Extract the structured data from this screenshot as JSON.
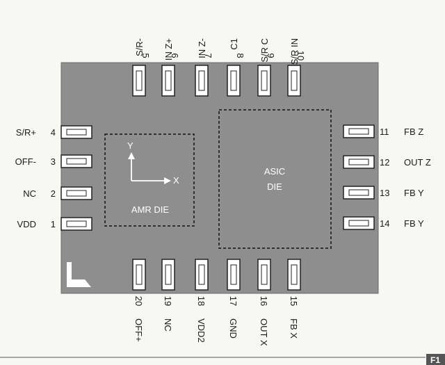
{
  "package": {
    "body_color": "#8e8e8e",
    "pad_color": "#ffffff",
    "pad_outline": "#222222"
  },
  "pins": {
    "top": [
      {
        "num": "5",
        "label": "S/R-"
      },
      {
        "num": "6",
        "label": "IN Z+"
      },
      {
        "num": "7",
        "label": "IN Z-"
      },
      {
        "num": "8",
        "label": "C1"
      },
      {
        "num": "9",
        "label": "S/R C"
      },
      {
        "num": "10",
        "label": "S/R IN"
      }
    ],
    "bottom": [
      {
        "num": "20",
        "label": "OFF+"
      },
      {
        "num": "19",
        "label": "NC"
      },
      {
        "num": "18",
        "label": "VDD2"
      },
      {
        "num": "17",
        "label": "GND"
      },
      {
        "num": "16",
        "label": "OUT X"
      },
      {
        "num": "15",
        "label": "FB X"
      }
    ],
    "left": [
      {
        "num": "4",
        "label": "S/R+"
      },
      {
        "num": "3",
        "label": "OFF-"
      },
      {
        "num": "2",
        "label": "NC"
      },
      {
        "num": "1",
        "label": "VDD"
      }
    ],
    "right": [
      {
        "num": "11",
        "label": "FB Z"
      },
      {
        "num": "12",
        "label": "OUT Z"
      },
      {
        "num": "13",
        "label": "FB Y"
      },
      {
        "num": "14",
        "label": "FB Y"
      }
    ]
  },
  "amr_die": {
    "label": "AMR DIE",
    "axis_x": "X",
    "axis_y": "Y"
  },
  "asic_die": {
    "line1": "ASIC",
    "line2": "DIE"
  },
  "figure_label": "F1"
}
